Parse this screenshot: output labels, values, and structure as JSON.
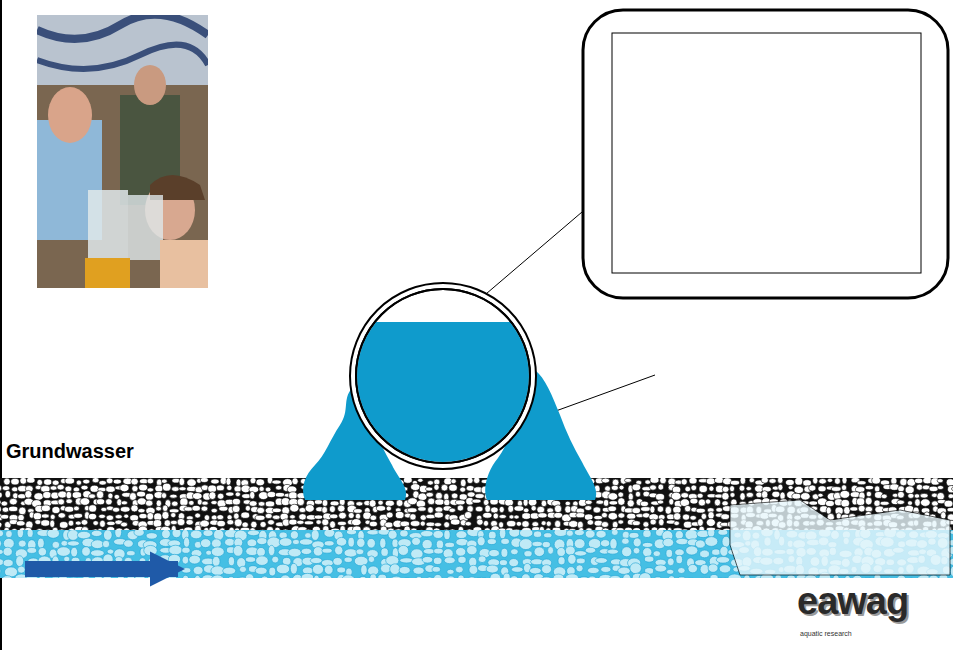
{
  "diagram": {
    "labels": [
      "Grundwasser",
      "eawag",
      "aquatic research"
    ]
  }
}
